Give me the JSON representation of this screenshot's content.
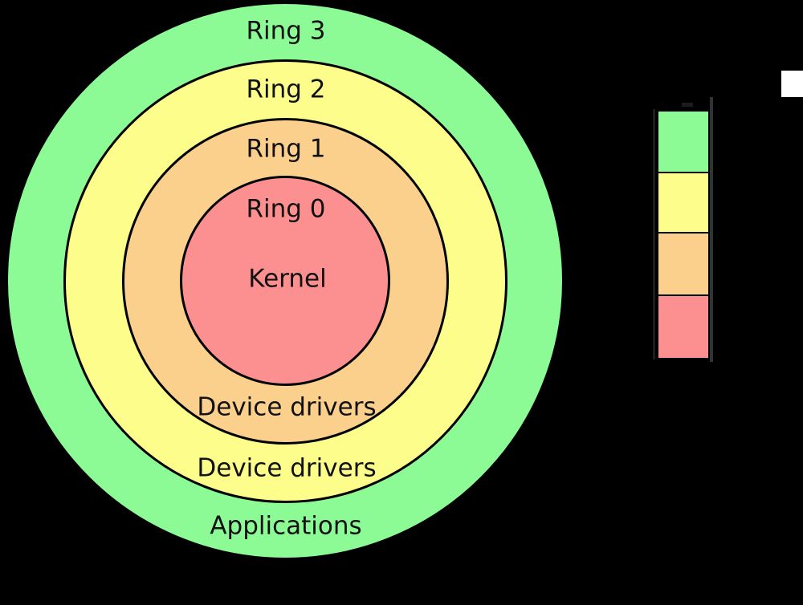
{
  "diagram": {
    "type": "concentric-rings",
    "background_color": "#000000",
    "outline_color": "#000000",
    "text_color": "#111111",
    "rings": [
      {
        "name": "Ring 3",
        "zone_label": "Applications",
        "color": "#8CFB96"
      },
      {
        "name": "Ring 2",
        "zone_label": "Device drivers",
        "color": "#FDFD8C"
      },
      {
        "name": "Ring 1",
        "zone_label": "Device drivers",
        "color": "#FBD08C"
      },
      {
        "name": "Ring 0",
        "zone_label": "Kernel",
        "color": "#FC9090"
      }
    ]
  },
  "legend": {
    "swatches": [
      {
        "color": "#8CFB96"
      },
      {
        "color": "#FDFD8C"
      },
      {
        "color": "#FBD08C"
      },
      {
        "color": "#FC9090"
      }
    ]
  },
  "artifacts": {
    "white_marker_color": "#FFFFFF"
  }
}
